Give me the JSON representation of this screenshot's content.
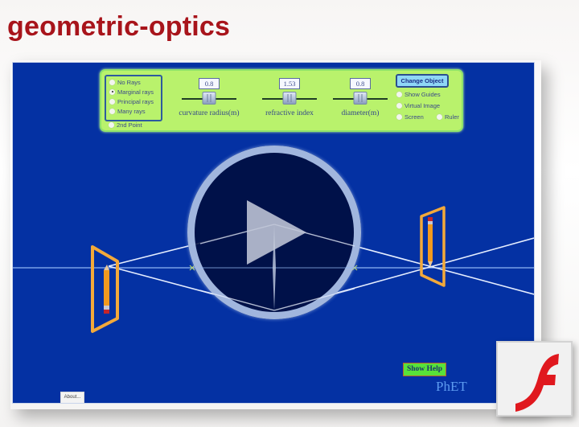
{
  "page": {
    "title": "geometric-optics"
  },
  "simulation": {
    "background_color": "#0431a3",
    "control_panel": {
      "ray_options": [
        {
          "label": "No Rays",
          "checked": false
        },
        {
          "label": "Marginal rays",
          "checked": true
        },
        {
          "label": "Principal rays",
          "checked": false
        },
        {
          "label": "Many rays",
          "checked": false
        }
      ],
      "second_point_label": "2nd Point",
      "sliders": [
        {
          "label": "curvature radius(m)",
          "value": "0.8"
        },
        {
          "label": "refractive index",
          "value": "1.53"
        },
        {
          "label": "diameter(m)",
          "value": "0.8"
        }
      ],
      "change_object_label": "Change Object",
      "options": [
        {
          "label": "Show Guides",
          "checked": false
        },
        {
          "label": "Virtual Image",
          "checked": false
        },
        {
          "label": "Screen",
          "checked": false
        },
        {
          "label": "Ruler",
          "checked": false
        }
      ]
    },
    "show_help_label": "Show Help",
    "phet_logo": "PhET",
    "about_label": "About...",
    "play_icon": "play-icon",
    "flash_icon": "adobe-flash-icon",
    "colors": {
      "panel_bg": "#b9f26c",
      "object_frame": "#f3a93a",
      "ray": "#e6eeff",
      "axis": "#8fb6f5",
      "title": "#a8141b",
      "flash_red": "#e0181e"
    }
  }
}
